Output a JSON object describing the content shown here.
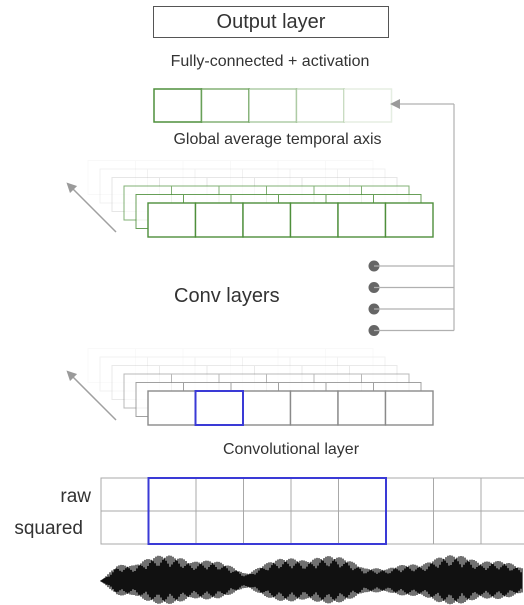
{
  "output_layer": {
    "label": "Output layer"
  },
  "fully_connected": {
    "label": "Fully-connected + activation",
    "units": 5
  },
  "global_average": {
    "label": "Global average temporal axis"
  },
  "conv_layers": {
    "label": "Conv layers",
    "dot_count": 4
  },
  "conv_layer": {
    "label": "Convolutional layer",
    "cells": 6
  },
  "input_grid": {
    "rows": [
      "raw",
      "squared"
    ],
    "columns": 9
  },
  "colors": {
    "green": "#4e8f3b",
    "blue": "#3a3ad6",
    "gray": "#8a8a8a",
    "dot": "#666666",
    "waveform": "#111111"
  }
}
